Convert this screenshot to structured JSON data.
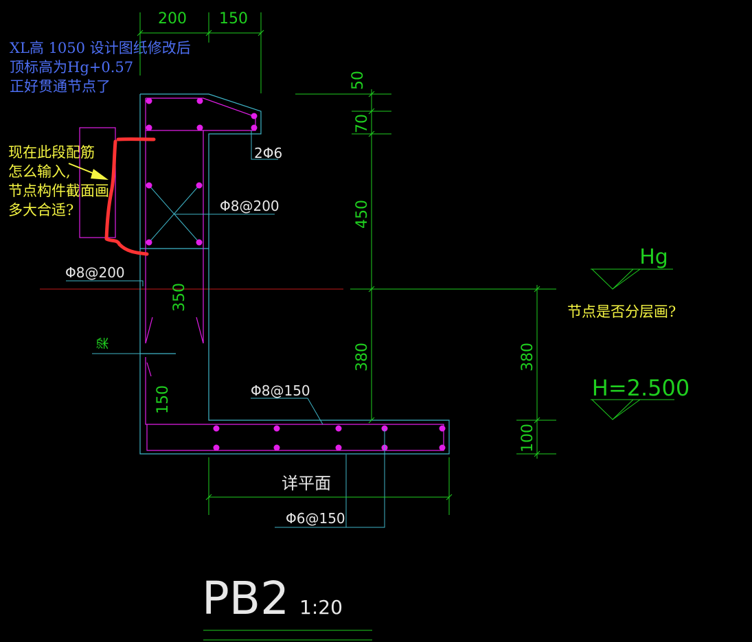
{
  "notes": {
    "design_change": [
      "XL高 1050  设计图纸修改后",
      "顶标高为Hg+0.57",
      "正好贯通节点了"
    ],
    "rebar_question": [
      "现在此段配筋",
      "怎么输入,",
      "节点构件截面画",
      "多大合适?"
    ],
    "layer_question": "节点是否分层画?"
  },
  "dimensions": {
    "top_left": "200",
    "top_right": "150",
    "right_50": "50",
    "right_70": "70",
    "right_450": "450",
    "right_380": "380",
    "far_right_380": "380",
    "far_right_100": "100",
    "left_350": "350",
    "left_150": "150"
  },
  "rebar_labels": {
    "top_bars": "2Φ6",
    "stirrup_upper": "Φ8@200",
    "stirrup_left": "Φ8@200",
    "slab_top": "Φ8@150",
    "slab_bottom": "Φ6@150"
  },
  "labels": {
    "beam": "梁",
    "detail_plan": "详平面",
    "elev_hg": "Hg",
    "elev_h": "H=2.500"
  },
  "title": {
    "name": "PB2",
    "scale": "1:20"
  },
  "colors": {
    "background": "#000000",
    "concrete_outline": "#3fb6c9",
    "rebar": "#e21ee8",
    "dimension": "#1fcf1f",
    "text_white": "#e8e8e8",
    "highlight": "#ff3333",
    "axis_line": "#c41a1a",
    "note_blue": "#4d6ef2",
    "note_yellow": "#f5f542"
  }
}
